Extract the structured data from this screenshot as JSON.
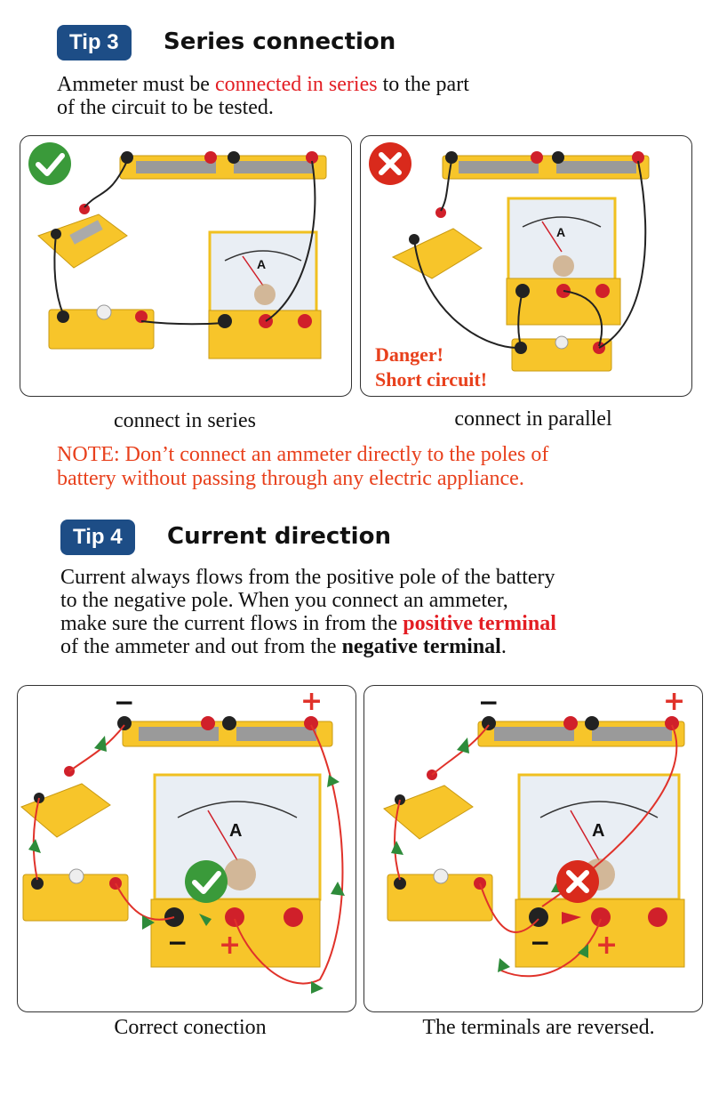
{
  "tip3": {
    "badge": "Tip 3",
    "title": "Series connection",
    "line1_a": "Ammeter must be ",
    "line1_red": "connected in series",
    "line1_b": " to the part",
    "line2": "of the circuit to be tested.",
    "panel_left": {
      "meter_letter": "A",
      "caption": "connect in series"
    },
    "panel_right": {
      "meter_letter": "A",
      "danger1": "Danger!",
      "danger2": "Short circuit!",
      "caption": "connect in parallel"
    },
    "note1": "NOTE: Don’t connect an ammeter directly to the poles of",
    "note2": "battery without passing through any electric appliance."
  },
  "tip4": {
    "badge": "Tip 4",
    "title": "Current direction",
    "line1": "Current always flows from the positive pole of the battery",
    "line2": "to the negative pole. When you connect an ammeter,",
    "line3_a": "make sure the current flows in from the ",
    "line3_red": "positive terminal",
    "line4_a": "of the ammeter and out from the ",
    "line4_bold": "negative terminal",
    "line4_b": ".",
    "panel_left": {
      "meter_letter": "A",
      "minus_top": "−",
      "plus_top": "+",
      "minus_bottom": "−",
      "plus_bottom": "+",
      "caption": "Correct conection"
    },
    "panel_right": {
      "meter_letter": "A",
      "minus_top": "−",
      "plus_top": "+",
      "minus_bottom": "−",
      "plus_bottom": "+",
      "caption": "The terminals are reversed."
    }
  },
  "colors": {
    "badge": "#1d4d86",
    "red_text": "#e31e24",
    "note": "#e8401c",
    "yellow": "#f7c52a",
    "green_check": "#3a9a3a",
    "red_cross": "#d92a1c",
    "arrow_green": "#2e8b3a",
    "wire_red": "#e0322a"
  },
  "icons": [
    "check-icon",
    "cross-icon"
  ]
}
